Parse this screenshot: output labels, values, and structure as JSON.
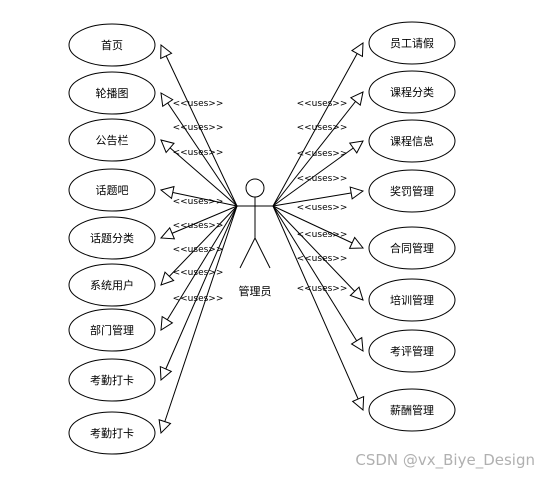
{
  "actor": {
    "label": "管理员"
  },
  "relation_label": "<<uses>>",
  "left_cases": [
    "首页",
    "轮播图",
    "公告栏",
    "话题吧",
    "话题分类",
    "系统用户",
    "部门管理",
    "考勤打卡",
    "考勤打卡"
  ],
  "right_cases": [
    "员工请假",
    "课程分类",
    "课程信息",
    "奖罚管理",
    "合同管理",
    "培训管理",
    "考评管理",
    "薪酬管理"
  ],
  "watermark": "CSDN @vx_Biye_Design"
}
